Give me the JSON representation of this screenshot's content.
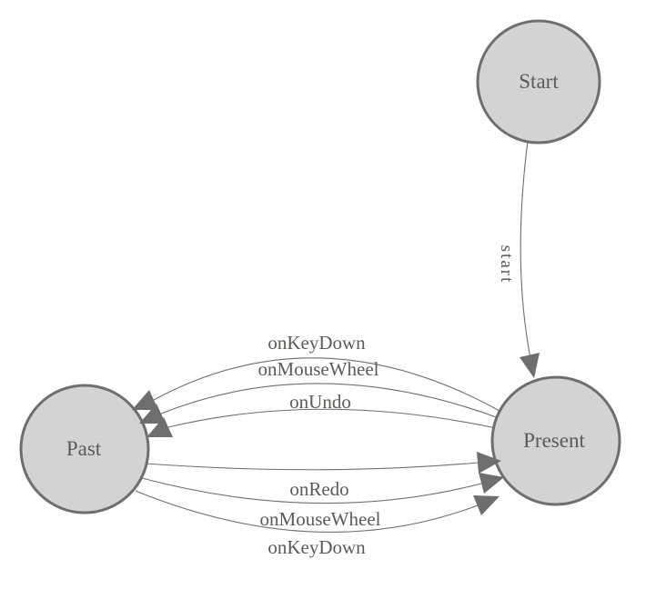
{
  "colors": {
    "background": "#ffffff",
    "node_fill": "#d3d3d3",
    "node_stroke": "#6e6e6e",
    "edge_stroke": "#6e6e6e",
    "arrow_fill": "#6e6e6e",
    "label_text": "#5e5a56"
  },
  "nodes": [
    {
      "id": "start",
      "label": "Start"
    },
    {
      "id": "present",
      "label": "Present"
    },
    {
      "id": "past",
      "label": "Past"
    }
  ],
  "edges": [
    {
      "from": "start",
      "to": "present",
      "label": "start"
    },
    {
      "from": "present",
      "to": "past",
      "label": "onKeyDown"
    },
    {
      "from": "present",
      "to": "past",
      "label": "onMouseWheel"
    },
    {
      "from": "present",
      "to": "past",
      "label": "onUndo"
    },
    {
      "from": "past",
      "to": "present",
      "label": "onRedo"
    },
    {
      "from": "past",
      "to": "present",
      "label": "onMouseWheel"
    },
    {
      "from": "past",
      "to": "present",
      "label": "onKeyDown"
    }
  ]
}
